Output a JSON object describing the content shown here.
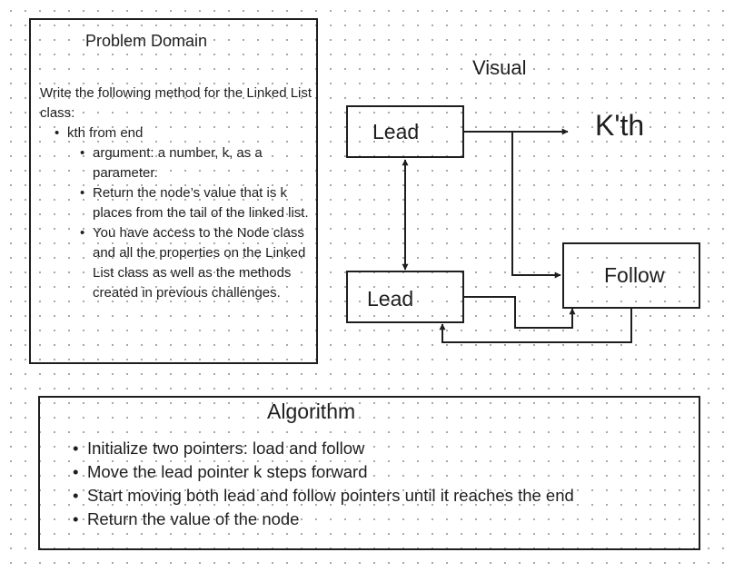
{
  "problem_domain": {
    "title": "Problem Domain",
    "intro": "Write the following method for the Linked List class:",
    "method": "kth from end",
    "details": [
      "argument: a number, k, as a parameter.",
      "Return the node’s value that is k places from the tail of the linked list.",
      "You have access to the Node class and all the properties on the Linked List class as well as the methods created in previous challenges."
    ]
  },
  "visual": {
    "title": "Visual",
    "lead_top": "Lead",
    "lead_bottom": "Lead",
    "follow": "Follow",
    "target": "K'th"
  },
  "algorithm": {
    "title": "Algorithm",
    "steps": [
      "Initialize two pointers: load and follow",
      "Move the lead pointer k steps forward",
      "Start moving both lead and follow pointers until it reaches the end",
      "Return the value of the node"
    ]
  }
}
